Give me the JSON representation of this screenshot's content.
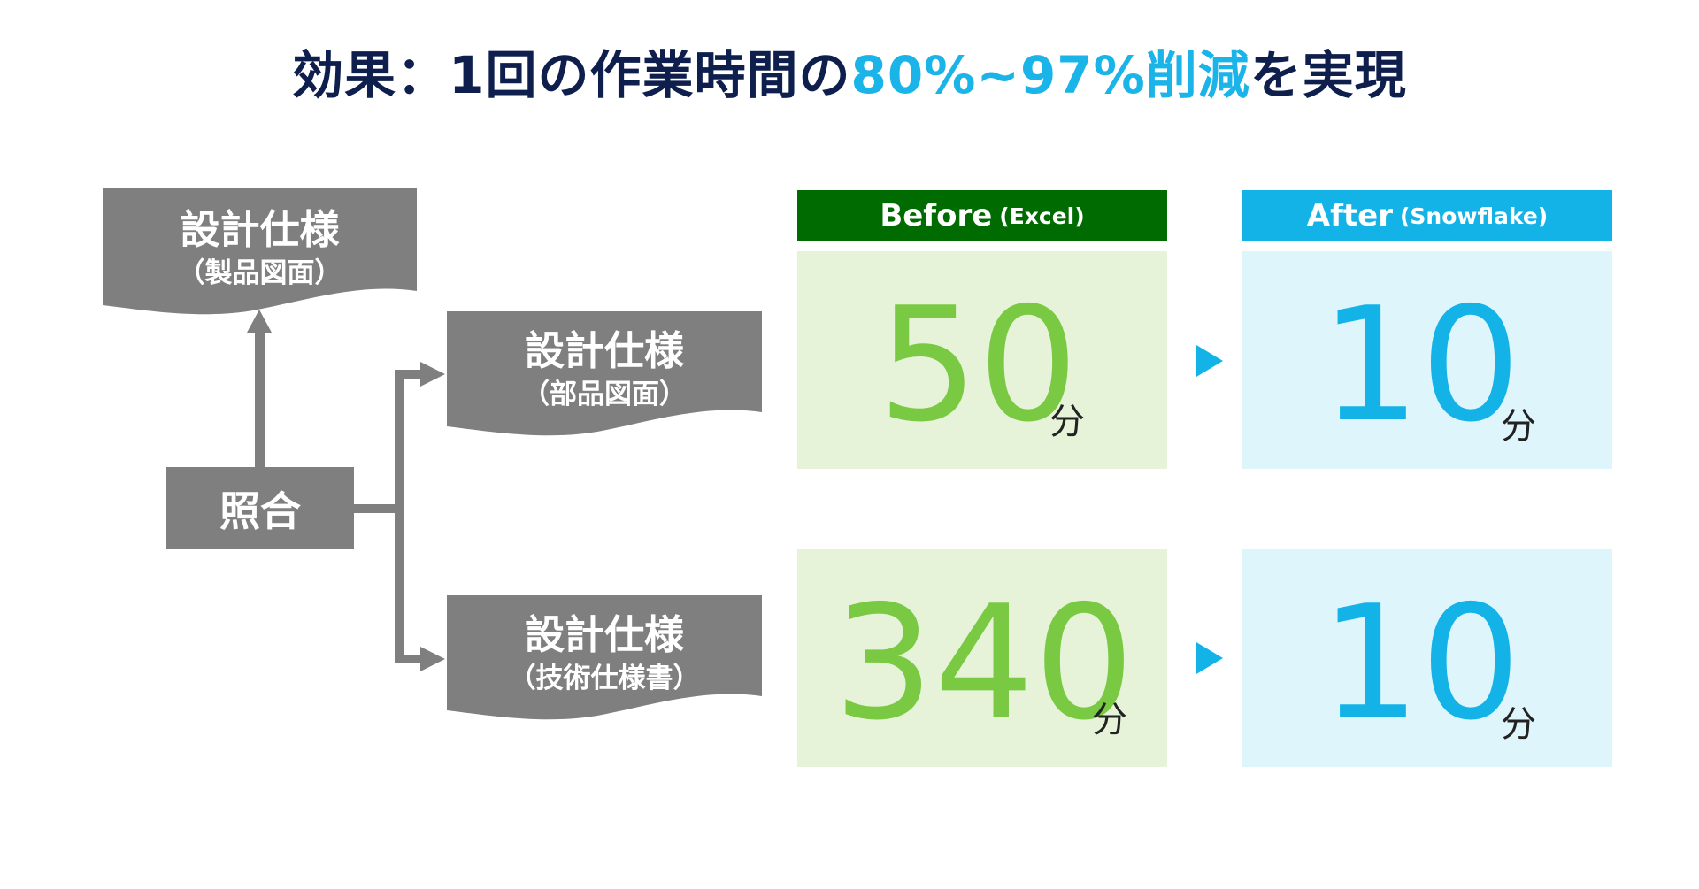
{
  "title": {
    "part1": "効果：1回の作業時間の",
    "highlight": "80%~97%削減",
    "part2": "を実現"
  },
  "docs": {
    "top": {
      "line1": "設計仕様",
      "line2": "（製品図面）"
    },
    "mid": {
      "line1": "設計仕様",
      "line2": "（部品図面）"
    },
    "bottom": {
      "line1": "設計仕様",
      "line2": "（技術仕様書）"
    }
  },
  "match_label": "照合",
  "headers": {
    "before": {
      "main": "Before",
      "sub": "(Excel)"
    },
    "after": {
      "main": "After",
      "sub": "(Snowflake)"
    }
  },
  "rows": [
    {
      "before": "50",
      "after": "10",
      "unit": "分"
    },
    {
      "before": "340",
      "after": "10",
      "unit": "分"
    }
  ],
  "colors": {
    "navy": "#0e1f4d",
    "accent_cyan": "#13b3e8",
    "before_green": "#006b00",
    "before_number": "#7ac943",
    "gray": "#7f7f7f"
  }
}
